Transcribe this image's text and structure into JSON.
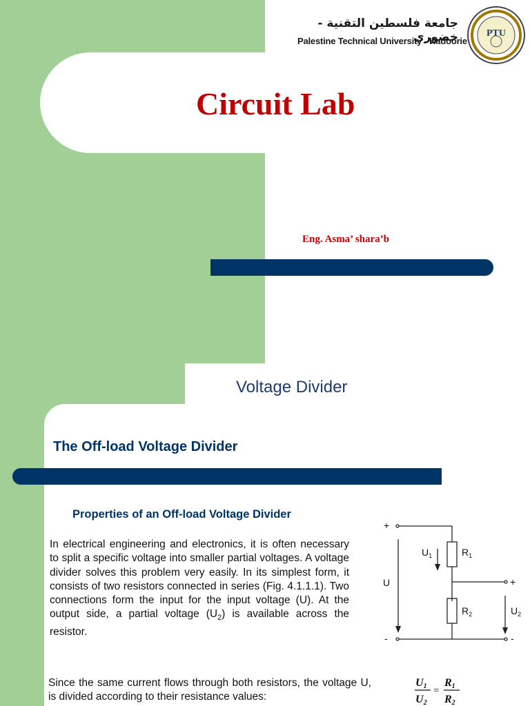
{
  "header": {
    "university_ar": "جامعة فلسطين التقنية - خضوري",
    "university_en": "Palestine Technical University - Kadoorie",
    "logo_text": "PTU"
  },
  "slide1": {
    "title": "Circuit Lab",
    "author": "Eng. Asma’ shara’b"
  },
  "slide2": {
    "title": "Voltage Divider",
    "section_title": "The Off-load Voltage Divider",
    "subsection_title": "Properties of an Off-load Voltage Divider",
    "paragraph1_a": "In electrical engineering and electronics, it is often necessary to split a specific voltage into smaller partial voltages. A voltage divider solves this problem very easily. In its simplest form, it consists of two resistors connected in series (Fig. 4.1.1.1). Two connections form the input for the input voltage (U). At the output side, a partial voltage (U",
    "paragraph1_sub": "2",
    "paragraph1_b": ") is available across the resistor.",
    "paragraph2": "Since the same current flows through both resistors, the voltage U, is divided according to their resistance values:",
    "circuit": {
      "plus_in": "+",
      "minus_in": "-",
      "plus_out": "+",
      "minus_out": "-",
      "u": "U",
      "u1": "U",
      "u1_sub": "1",
      "u2": "U",
      "u2_sub": "2",
      "r1": "R",
      "r1_sub": "1",
      "r2": "R",
      "r2_sub": "2"
    },
    "formula": {
      "num_left": "U",
      "num_left_sub": "1",
      "den_left": "U",
      "den_left_sub": "2",
      "eq": "=",
      "num_right": "R",
      "num_right_sub": "1",
      "den_right": "R",
      "den_right_sub": "2"
    }
  },
  "colors": {
    "green": "#a1cf96",
    "navy": "#003366",
    "red": "#c00000"
  }
}
